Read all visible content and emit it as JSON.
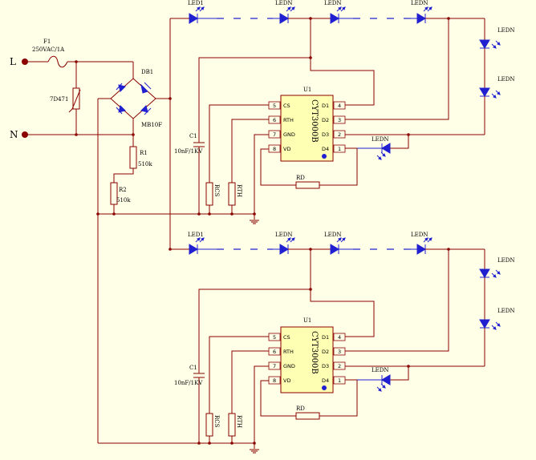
{
  "inputs": {
    "line": "L",
    "neutral": "N"
  },
  "fuse": {
    "ref": "F1",
    "value": "250VAC/1A"
  },
  "varistor": {
    "ref": "7D471"
  },
  "bridge": {
    "ref": "DB1",
    "value": "MB10F"
  },
  "r1": {
    "ref": "R1",
    "value": "510k"
  },
  "r2": {
    "ref": "R2",
    "value": "510k"
  },
  "stages": [
    {
      "cap": {
        "ref": "C1",
        "value": "10nF/1KV"
      },
      "ic": {
        "ref": "U1",
        "part": "CYT3000B",
        "left_pins": [
          {
            "num": "5",
            "name": "CS"
          },
          {
            "num": "6",
            "name": "RTH"
          },
          {
            "num": "7",
            "name": "GND"
          },
          {
            "num": "8",
            "name": "VD"
          }
        ],
        "right_pins": [
          {
            "num": "4",
            "name": "D1"
          },
          {
            "num": "3",
            "name": "D2"
          },
          {
            "num": "2",
            "name": "D3"
          },
          {
            "num": "1",
            "name": "D4"
          }
        ]
      },
      "rcs": "RCS",
      "rth": "RTH",
      "rd": "RD",
      "leds_top": [
        "LED1",
        "LEDN",
        "LEDN",
        "LEDN"
      ],
      "leds_side": [
        "LEDN",
        "LEDN"
      ],
      "led_d4": "LEDN"
    },
    {
      "cap": {
        "ref": "C1",
        "value": "10nF/1KV"
      },
      "ic": {
        "ref": "U1",
        "part": "CYT3000B",
        "left_pins": [
          {
            "num": "5",
            "name": "CS"
          },
          {
            "num": "6",
            "name": "RTH"
          },
          {
            "num": "7",
            "name": "GND"
          },
          {
            "num": "8",
            "name": "VD"
          }
        ],
        "right_pins": [
          {
            "num": "4",
            "name": "D1"
          },
          {
            "num": "3",
            "name": "D2"
          },
          {
            "num": "2",
            "name": "D3"
          },
          {
            "num": "1",
            "name": "D4"
          }
        ]
      },
      "rcs": "RCS",
      "rth": "RTH",
      "rd": "RD",
      "leds_top": [
        "LED1",
        "LEDN",
        "LEDN",
        "LEDN"
      ],
      "leds_side": [
        "LEDN",
        "LEDN"
      ],
      "led_d4": "LEDN"
    }
  ],
  "colors": {
    "background": "#ffffe8",
    "wire": "#8b0000",
    "led": "#2020d0",
    "ic_body": "#ffffb4"
  }
}
